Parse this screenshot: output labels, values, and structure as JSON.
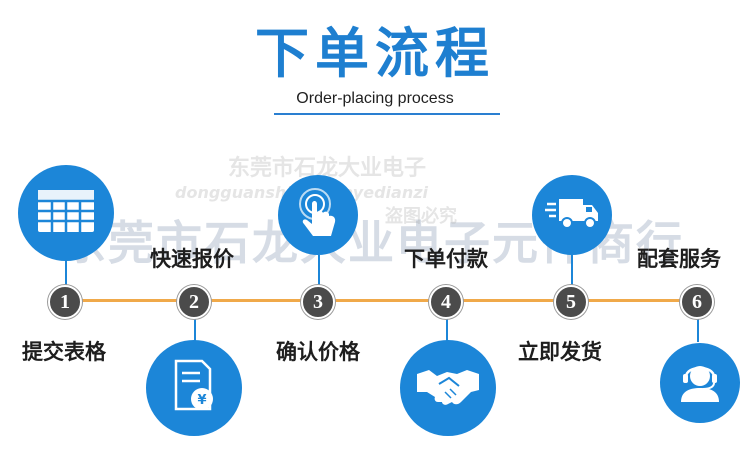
{
  "header": {
    "title": "下单流程",
    "subtitle": "Order-placing process"
  },
  "watermark": {
    "main": "东莞市石龙大业电子元件商行",
    "company": "东莞市石龙大业电子",
    "pinyin": "dongguanshilongdayedianzi",
    "notice": "盗图必究"
  },
  "steps": [
    {
      "number": "1",
      "label": "提交表格",
      "icon": "spreadsheet-icon"
    },
    {
      "number": "2",
      "label": "快速报价",
      "icon": "quotation-document-icon"
    },
    {
      "number": "3",
      "label": "确认价格",
      "icon": "tap-finger-icon"
    },
    {
      "number": "4",
      "label": "下单付款",
      "icon": "handshake-icon"
    },
    {
      "number": "5",
      "label": "立即发货",
      "icon": "delivery-truck-icon"
    },
    {
      "number": "6",
      "label": "配套服务",
      "icon": "customer-service-icon"
    }
  ],
  "colors": {
    "accent": "#1c86d8",
    "timeline": "#f0a94a",
    "node": "#4b4b4b"
  }
}
